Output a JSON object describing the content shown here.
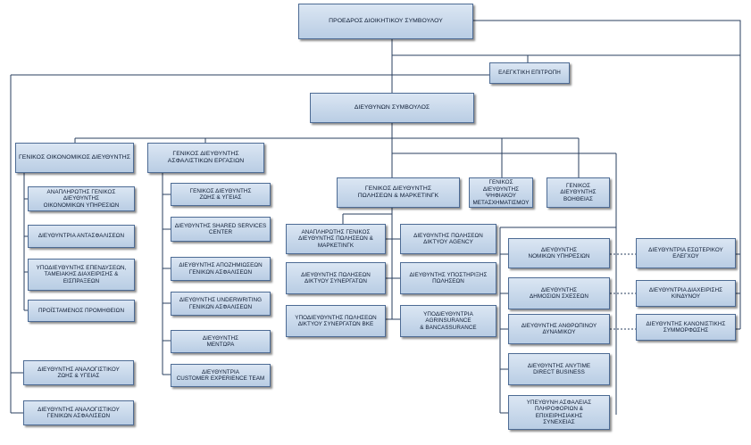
{
  "colors": {
    "box_fill": "#c9d8ea",
    "box_border": "#4d6b94",
    "line": "#2a3f5f"
  },
  "boxes": {
    "board": "ΠΡΟΕΔΡΟΣ ΔΙΟΙΚΗΤΙΚΟΥ ΣΥΜΒΟΥΛΟΥ",
    "audit_committee": "ΕΛΕΓΚΤΙΚΗ ΕΠΙΤΡΟΠΗ",
    "ceo": "ΔΙΕΥΘΥΝΩΝ ΣΥΜΒΟΥΛΟΣ",
    "cfo": "ΓΕΝΙΚΟΣ ΟΙΚΟΝΟΜΙΚΟΣ ΔΙΕΥΘΥΝΤΗΣ",
    "cfo_deputy": "ΑΝΑΠΛΗΡΩΤΗΣ ΓΕΝΙΚΟΣ ΔΙΕΥΘΥΝΤΗΣ\nΟΙΚΟΝΟΜΙΚΩΝ ΥΠΗΡΕΣΙΩΝ",
    "reinsurance": "ΔΙΕΥΘΥΝΤΡΙΑ ΑΝΤΑΣΦΑΛΙΣΕΩΝ",
    "investments": "ΥΠΟΔΙΕΥΘΥΝΤΗΣ ΕΠΕΝΔΥΣΕΩΝ,\nΤΑΜΕΙΑΚΗΣ ΔΙΑΧΕΙΡΙΣΗΣ &\nΕΙΣΠΡΑΞΕΩΝ",
    "procurement": "ΠΡΟΪΣΤΑΜΕΝΟΣ ΠΡΟΜΗΘΕΙΩΝ",
    "actuary_life": "ΔΙΕΥΘΥΝΤΗΣ ΑΝΑΛΟΓΙΣΤΙΚΟΥ\nΖΩΗΣ & ΥΓΕΙΑΣ",
    "actuary_general": "ΔΙΕΥΘΥΝΤΗΣ ΑΝΑΛΟΓΙΣΤΙΚΟΥ\nΓΕΝΙΚΩΝ ΑΣΦΑΛΙΣΕΩΝ",
    "gm_insurance": "ΓΕΝΙΚΟΣ ΔΙΕΥΘΥΝΤΗΣ\nΑΣΦΑΛΙΣΤΙΚΩΝ ΕΡΓΑΣΙΩΝ",
    "gm_life": "ΓΕΝΙΚΟΣ ΔΙΕΥΘΥΝΤΗΣ\nΖΩΗΣ & ΥΓΕΙΑΣ",
    "shared_services": "ΔΙΕΥΘΥΝΤΗΣ SHARED SERVICES\nCENTER",
    "claims": "ΔΙΕΥΘΥΝΤΗΣ ΑΠΟΖΗΜΙΩΣΕΩΝ\nΓΕΝΙΚΩΝ ΑΣΦΑΛΙΣΕΩΝ",
    "underwriting": "ΔΙΕΥΘΥΝΤΗΣ UNDERWRITING\nΓΕΝΙΚΩΝ ΑΣΦΑΛΙΣΕΩΝ",
    "mentor": "ΔΙΕΥΘΥΝΤΗΣ\nΜΕΝΤΩΡΑ",
    "cx_team": "ΔΙΕΥΘΥΝΤΡΙΑ\nCUSTOMER EXPERIENCE TEAM",
    "gm_sales": "ΓΕΝΙΚΟΣ ΔΙΕΥΘΥΝΤΗΣ\nΠΩΛΗΣΕΩΝ & ΜΑΡΚΕΤΙΝΓΚ",
    "gm_digital": "ΓΕΝΙΚΟΣ ΔΙΕΥΘΥΝΤΗΣ\nΨΗΦΙΑΚΟΥ\nΜΕΤΑΣΧΗΜΑΤΙΣΜΟΥ",
    "gm_assist": "ΓΕΝΙΚΟΣ ΔΙΕΥΘΥΝΤΗΣ\nΒΟΗΘΕΙΑΣ",
    "sales_deputy": "ΑΝΑΠΛΗΡΩΤΗΣ ΓΕΝΙΚΟΣ\nΔΙΕΥΘΥΝΤΗΣ ΠΩΛΗΣΕΩΝ &\nΜΑΡΚΕΤΙΝΓΚ",
    "partners_network": "ΔΙΕΥΘΥΝΤΗΣ ΠΩΛΗΣΕΩΝ\nΔΙΚΤΥΟΥ ΣΥΝΕΡΓΑΤΩΝ",
    "partners_bke": "ΥΠΟΔΙΕΥΘΥΝΤΗΣ ΠΩΛΗΣΕΩΝ\nΔΙΚΤΥΟΥ ΣΥΝΕΡΓΑΤΩΝ ΒΚΕ",
    "agency": "ΔΙΕΥΘΥΝΤΗΣ ΠΩΛΗΣΕΩΝ\nΔΙΚΤΥΟΥ AGENCY",
    "sales_support": "ΔΙΕΥΘΥΝΤΗΣ ΥΠΟΣΤΗΡΙΞΗΣ\nΠΩΛΗΣΕΩΝ",
    "bancassurance": "ΥΠΟΔΙΕΥΘΥΝΤΡΙΑ AGRINSURANCE\n& BANCASSURANCE",
    "legal": "ΔΙΕΥΘΥΝΤΗΣ\nΝΟΜΙΚΩΝ ΥΠΗΡΕΣΙΩΝ",
    "pr": "ΔΙΕΥΘΥΝΤΗΣ\nΔΗΜΟΣΙΩΝ ΣΧΕΣΕΩΝ",
    "hr": "ΔΙΕΥΘΥΝΤΗΣ ΑΝΘΡΩΠΙΝΟΥ\nΔΥΝΑΜΙΚΟΥ",
    "anytime": "ΔΙΕΥΘΥΝΤΗΣ ANYTIME\nDIRECT BUSINESS",
    "infosec": "ΥΠΕΥΘΥΝΗ ΑΣΦΑΛΕΙΑΣ\nΠΛΗΡΟΦΟΡΙΩΝ & ΕΠΙΧΕΙΡΗΣΙΑΚΗΣ\nΣΥΝΕΧΕΙΑΣ",
    "internal_audit": "ΔΙΕΥΘΥΝΤΡΙΑ ΕΣΩΤΕΡΙΚΟΥ\nΕΛΕΓΧΟΥ",
    "risk": "ΔΙΕΥΘΥΝΤΡΙΑ ΔΙΑΧΕΙΡΙΣΗΣ\nΚΙΝΔΥΝΟΥ",
    "compliance": "ΔΙΕΥΘΥΝΤΗΣ ΚΑΝΟΝΙΣΤΙΚΗΣ\nΣΥΜΜΟΡΦΩΣΗΣ"
  }
}
